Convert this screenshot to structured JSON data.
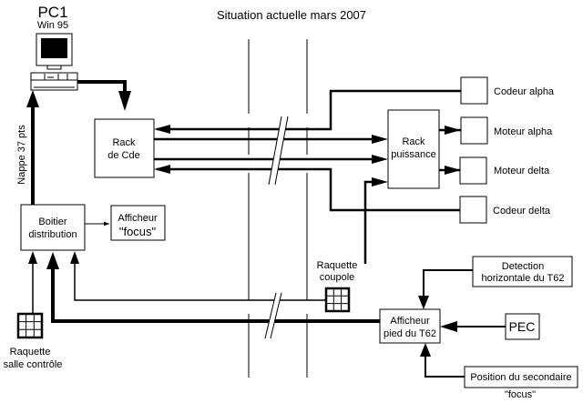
{
  "title": "Situation actuelle mars 2007",
  "pc": {
    "name": "PC1",
    "os": "Win 95"
  },
  "nappe_label": "Nappe 37 pts",
  "nodes": {
    "rack_cde": [
      "Rack",
      "de Cde"
    ],
    "rack_puissance": [
      "Rack",
      "puissance"
    ],
    "boitier": [
      "Boitier",
      "distribution"
    ],
    "afficheur_focus": [
      "Afficheur",
      "\"focus\""
    ],
    "codeur_alpha": "Codeur alpha",
    "moteur_alpha": "Moteur alpha",
    "moteur_delta": "Moteur delta",
    "codeur_delta": "Codeur delta",
    "raquette_coupole": [
      "Raquette",
      "coupole"
    ],
    "raquette_salle": [
      "Raquette",
      "salle contrôle"
    ],
    "afficheur_pied": [
      "Afficheur",
      "pied du T62"
    ],
    "detection": [
      "Detection",
      "horizontale du T62"
    ],
    "pec": "PEC",
    "position": "Position du secondaire",
    "focus_note": "\"focus\""
  }
}
